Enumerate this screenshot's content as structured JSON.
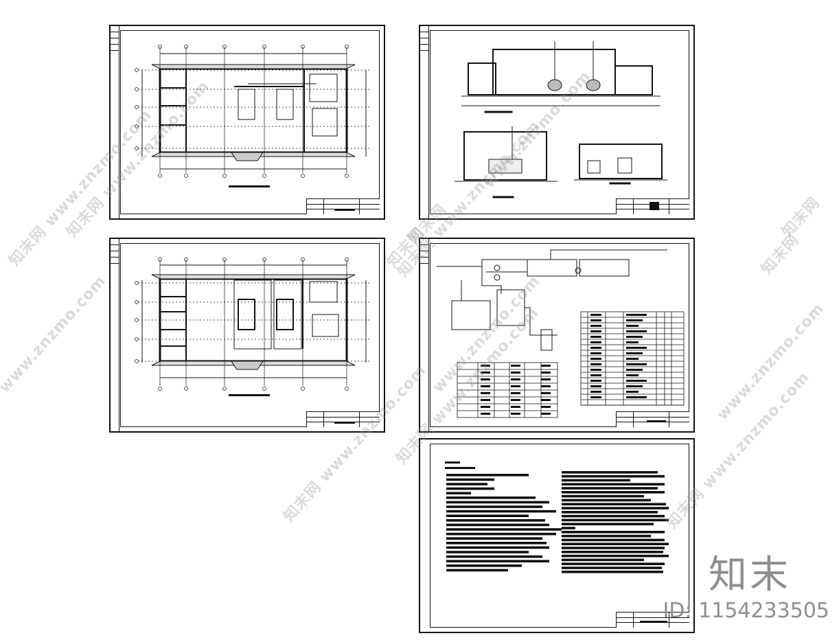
{
  "brand_logo": "知末",
  "image_id": "ID: 1154233505",
  "watermarks": [
    "www.znzmo.com",
    "知末网 www.znzmo.com",
    "知末网 www.znzmo.com",
    "知末网 www.znzmo.com",
    "知末网 www.znzmo.com",
    "知末网 www.znzmo.com",
    "www.znzmo.com",
    "www.znzmo.com",
    "www.znzmo.com",
    "知末网",
    "知末网",
    "知末网",
    "知末网",
    "知末网 www.znzmo.com"
  ],
  "sheets": [
    {
      "id": "sheet-floor-plan-equipment",
      "kind": "plan"
    },
    {
      "id": "sheet-sections",
      "kind": "sections"
    },
    {
      "id": "sheet-floor-plan-layout",
      "kind": "plan"
    },
    {
      "id": "sheet-system-diagram",
      "kind": "diagram"
    },
    {
      "id": "sheet-design-notes",
      "kind": "notes"
    }
  ],
  "colors": {
    "line": "#111111",
    "watermark": "#969696",
    "brand": "#8e8e8e"
  }
}
